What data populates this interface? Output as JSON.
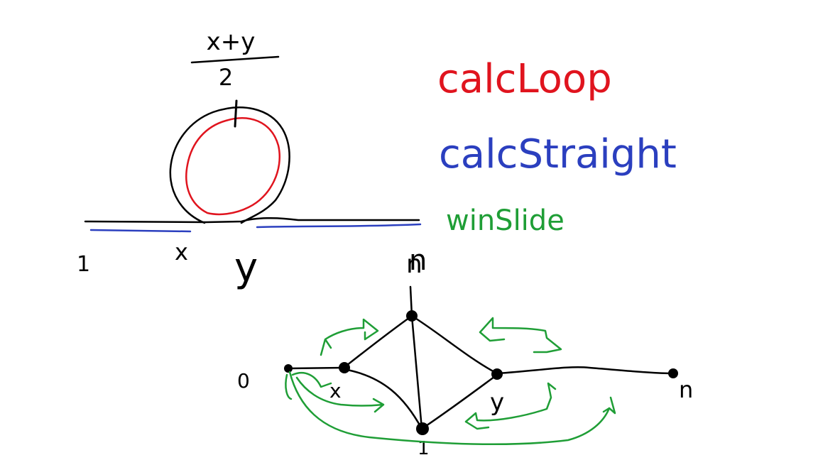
{
  "colors": {
    "ink": "#000000",
    "loop": "#e0141e",
    "straight": "#2b3fbf",
    "slide": "#1f9e36"
  },
  "formula": {
    "numerator": "x+y",
    "denominator": "2"
  },
  "legend": {
    "loop": "calcLoop",
    "straight": "calcStraight",
    "slide": "winSlide"
  },
  "line_labels": {
    "start": "1",
    "x": "x",
    "y": "y",
    "end": "n"
  },
  "graph_labels": {
    "origin": "0",
    "x": "x",
    "top": "n",
    "y": "y",
    "bottom": "1",
    "end": "n"
  }
}
